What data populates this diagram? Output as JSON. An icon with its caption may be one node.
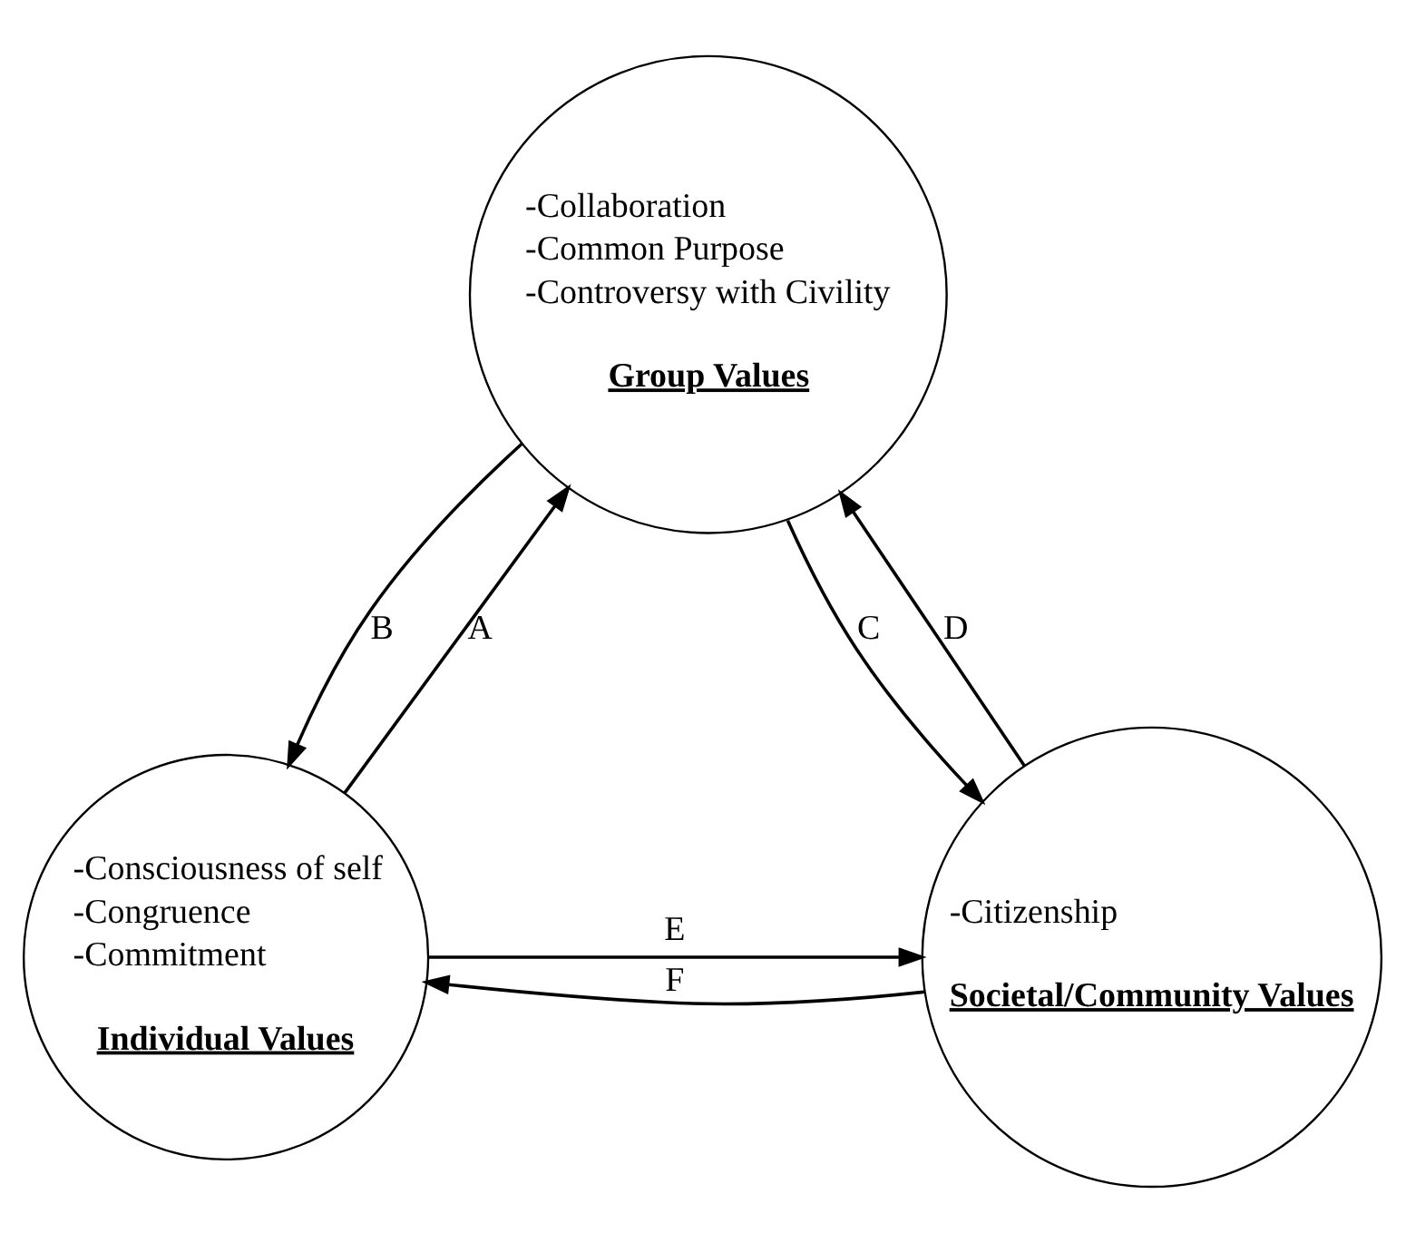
{
  "diagram": {
    "nodes": [
      {
        "text": [
          "-Collaboration",
          "-Common Purpose",
          "-Controversy with Civility",
          "Group Values"
        ]
      },
      {
        "text": [
          "-Consciousness of self",
          "-Congruence",
          "-Commitment",
          "Individual Values"
        ]
      },
      {
        "text": [
          "-Citizenship",
          "Societal/Community Values"
        ]
      }
    ],
    "edges": [
      {
        "from": 1,
        "to": 0,
        "arrow": "to",
        "label": "A"
      },
      {
        "from": 0,
        "to": 1,
        "arrow": "to",
        "label": "B"
      },
      {
        "from": 0,
        "to": 2,
        "arrow": "to",
        "label": "C"
      },
      {
        "from": 2,
        "to": 0,
        "arrow": "to",
        "label": "D"
      },
      {
        "from": 1,
        "to": 2,
        "arrow": "to",
        "label": "E"
      },
      {
        "from": 2,
        "to": 1,
        "arrow": "to",
        "label": "F"
      }
    ]
  }
}
